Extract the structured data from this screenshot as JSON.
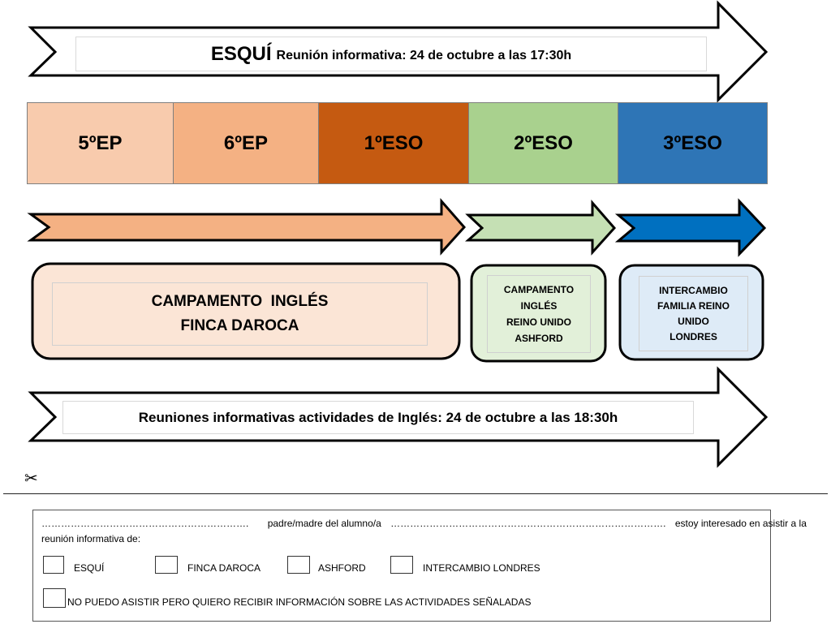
{
  "ski_banner": {
    "title": "ESQUÍ",
    "subtitle": "Reunión informativa: 24 de octubre a las 17:30h"
  },
  "grades": [
    {
      "label": "5ºEP",
      "color": "#f8cbad"
    },
    {
      "label": "6ºEP",
      "color": "#f4b183"
    },
    {
      "label": "1ºESO",
      "color": "#c55a11"
    },
    {
      "label": "2ºESO",
      "color": "#a9d18e"
    },
    {
      "label": "3ºESO",
      "color": "#2e75b6"
    }
  ],
  "arrow_colors": {
    "orange": "#f4b183",
    "green": "#c5e0b4",
    "blue": "#0070c0"
  },
  "activities": {
    "camp_spain": {
      "line1": "CAMPAMENTO  INGLÉS",
      "line2": "FINCA DAROCA",
      "fill": "#fbe5d6"
    },
    "camp_uk": {
      "line1": "CAMPAMENTO",
      "line2": "INGLÉS",
      "line3": "REINO UNIDO",
      "line4": "ASHFORD",
      "fill": "#e2f0d9"
    },
    "exchange": {
      "line1": "INTERCAMBIO",
      "line2": "FAMILIA REINO",
      "line3": "UNIDO",
      "line4": "LONDRES",
      "fill": "#deebf7"
    }
  },
  "english_banner": {
    "text": "Reuniones informativas actividades de Inglés: 24 de octubre a las 18:30h"
  },
  "cut_symbol": "✂",
  "form": {
    "dots_parent": "……………………………………………………….",
    "parent_text": "padre/madre  del alumno/a",
    "dots_student": "………………………………………………………………………….",
    "interested_text": "estoy interesado  en asistir a la",
    "line2": "reunión informativa de:",
    "options": [
      "ESQUÍ",
      "FINCA DAROCA",
      "ASHFORD",
      "INTERCAMBIO LONDRES"
    ],
    "no_attend": "NO PUEDO ASISTIR PERO QUIERO RECIBIR INFORMACIÓN SOBRE LAS ACTIVIDADES SEÑALADAS"
  }
}
